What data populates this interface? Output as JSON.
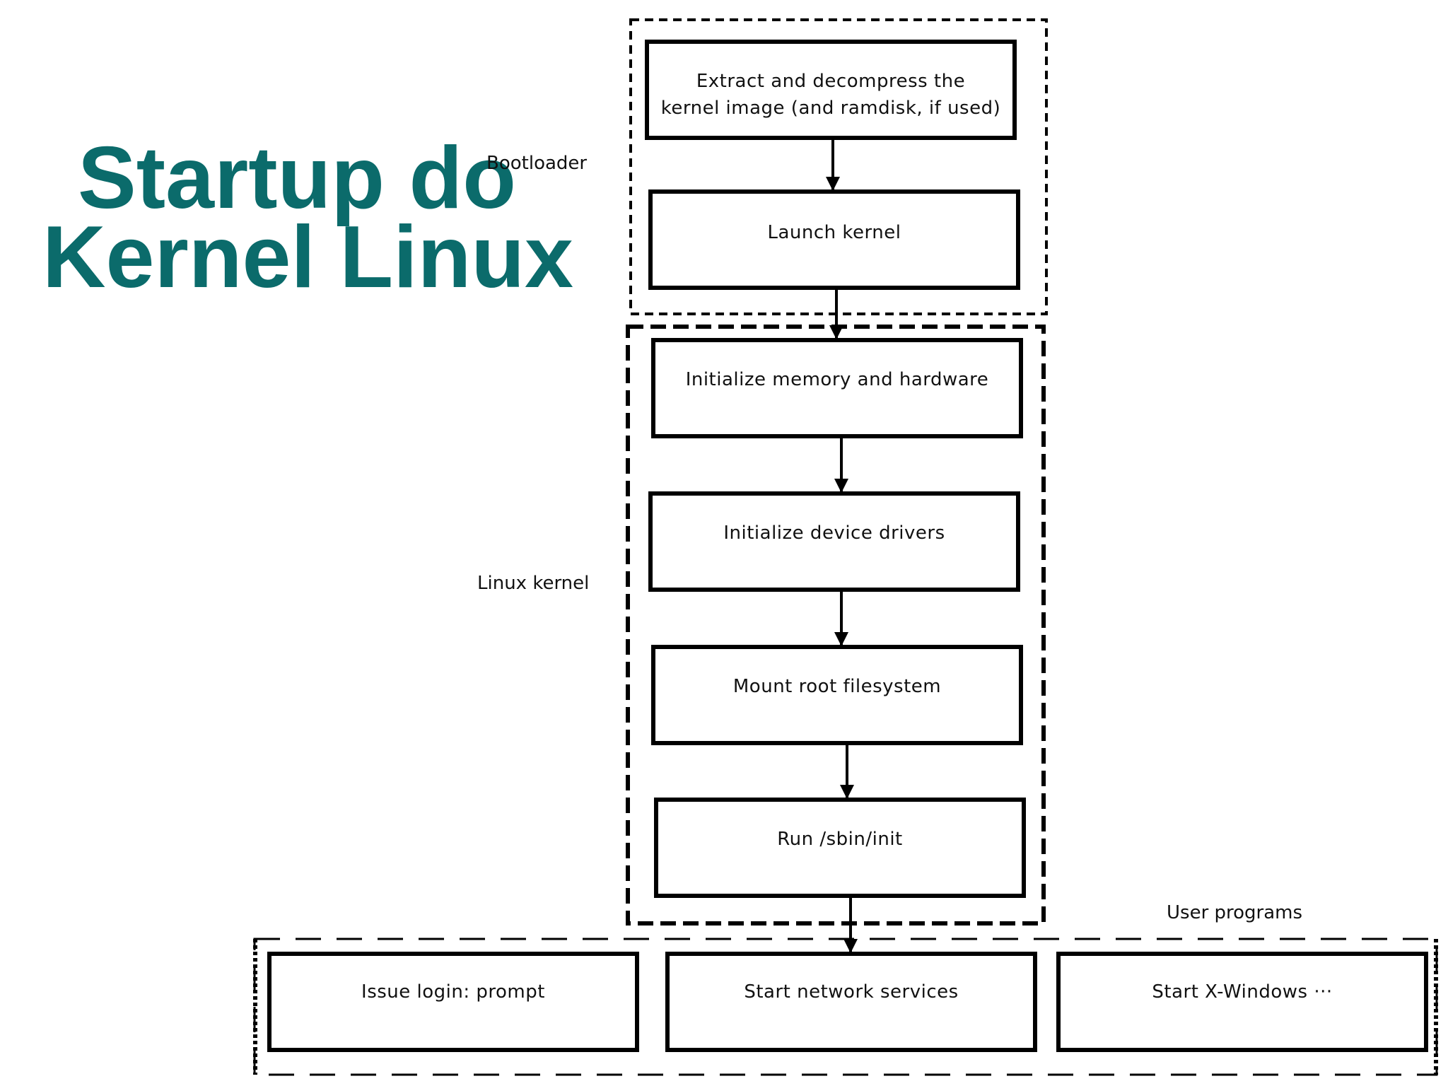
{
  "title": {
    "line1": "Startup do",
    "line2": "Kernel Linux"
  },
  "colors": {
    "title": "#0b6b6b",
    "stroke": "#000000",
    "text": "#111111"
  },
  "groups": {
    "bootloader": "Bootloader",
    "kernel": "Linux kernel",
    "user": "User programs"
  },
  "steps": {
    "extract": "Extract and decompress the\nkernel image (and ramdisk, if used)",
    "launch": "Launch kernel",
    "init_memory": "Initialize memory and hardware",
    "init_drivers": "Initialize device drivers",
    "mount_root": "Mount root filesystem",
    "run_init": "Run /sbin/init",
    "login": "Issue login: prompt",
    "network": "Start network services",
    "xwindows": "Start X-Windows  ···"
  },
  "flow": [
    [
      "extract",
      "launch"
    ],
    [
      "launch",
      "init_memory"
    ],
    [
      "init_memory",
      "init_drivers"
    ],
    [
      "init_drivers",
      "mount_root"
    ],
    [
      "mount_root",
      "run_init"
    ],
    [
      "run_init",
      "network"
    ]
  ]
}
